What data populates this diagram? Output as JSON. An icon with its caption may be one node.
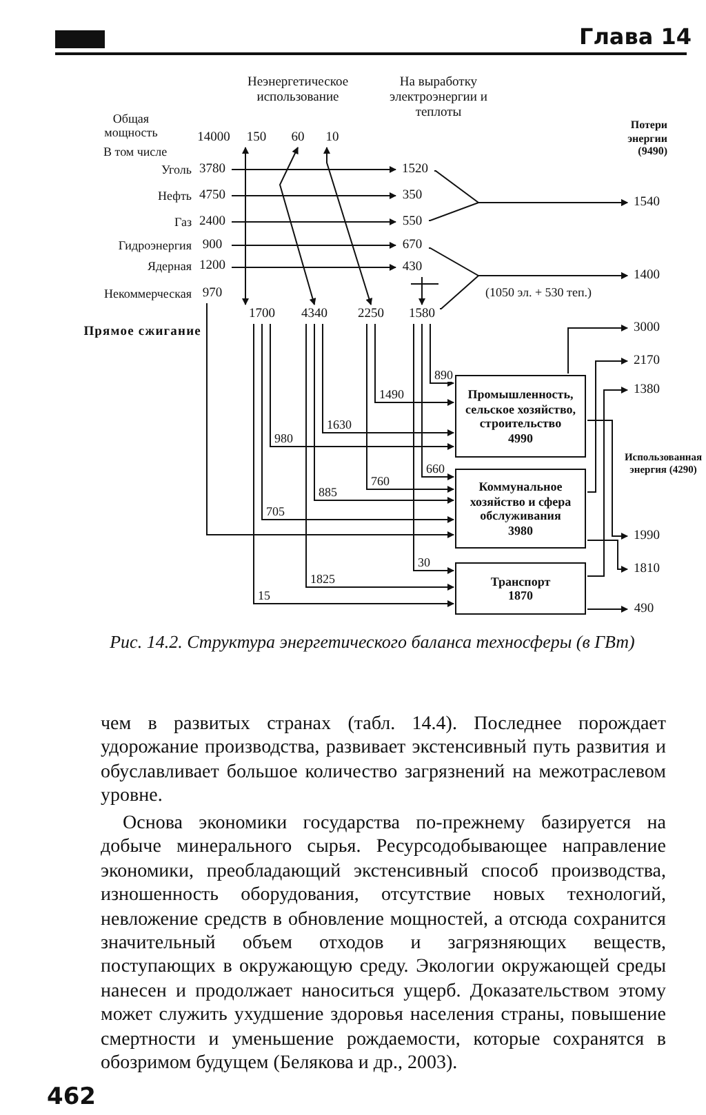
{
  "diagram": {
    "caption": "Рис. 14.2. Структура энергетического баланса техносферы (в ГВт)",
    "nodes": [
      {
        "text": [
          "150"
        ]
      },
      {
        "text": [
          "60"
        ]
      },
      {
        "text": [
          "10"
        ]
      },
      {
        "text": [
          "3780"
        ],
        "beside": [
          "Уголь"
        ]
      },
      {
        "text": [
          "1520"
        ]
      },
      {
        "text": [
          "4750"
        ],
        "beside": [
          "Нефть"
        ]
      },
      {
        "text": [
          "350"
        ]
      },
      {
        "text": [
          "2400"
        ],
        "beside": [
          "Газ"
        ]
      },
      {
        "text": [
          "550"
        ]
      },
      {
        "text": [
          "1540"
        ]
      },
      {
        "text": [
          "900"
        ],
        "beside": [
          "Гидроэнергия"
        ]
      },
      {
        "text": [
          "670"
        ]
      },
      {
        "text": [
          "1200"
        ],
        "beside": [
          "Ядерная"
        ]
      },
      {
        "text": [
          "430"
        ]
      },
      {
        "text": [
          "1400"
        ]
      },
      {
        "text": [
          "970"
        ],
        "beside": [
          "Некоммерческая"
        ]
      },
      {
        "text": [
          "1700"
        ]
      },
      {
        "text": [
          "4340"
        ]
      },
      {
        "text": [
          "2250"
        ]
      },
      {
        "text": [
          "1580"
        ]
      },
      {
        "text": [
          "3000"
        ]
      },
      {
        "text": [
          "2170"
        ]
      },
      {
        "text": [
          "Промышленность, сельское хозяйство, строительство",
          "4990"
        ]
      },
      {
        "text": [
          "1380"
        ]
      },
      {
        "text": [
          "Коммунальное хозяйство и сфера обслуживания",
          "3980"
        ]
      },
      {
        "text": [
          "1990"
        ]
      },
      {
        "text": [
          "1810"
        ]
      },
      {
        "text": [
          "Транспорт",
          "1870"
        ]
      },
      {
        "text": [
          "490"
        ]
      }
    ],
    "edges": [
      {
        "from": 5,
        "to": 0,
        "arrow": "to"
      },
      {
        "from": 5,
        "to": 16,
        "arrow": "to"
      },
      {
        "from": 1,
        "to": 17,
        "arrow": "both"
      },
      {
        "from": 2,
        "to": 18,
        "arrow": "both"
      },
      {
        "from": 3,
        "to": 4,
        "arrow": "to"
      },
      {
        "from": 5,
        "to": 6,
        "arrow": "to"
      },
      {
        "from": 7,
        "to": 8,
        "arrow": "to"
      },
      {
        "from": 10,
        "to": 11,
        "arrow": "to"
      },
      {
        "from": 12,
        "to": 13,
        "arrow": "to"
      },
      {
        "from": 4,
        "to": 9,
        "arrow": "to"
      },
      {
        "from": 8,
        "to": 9,
        "arrow": "to"
      },
      {
        "from": 11,
        "to": 14,
        "arrow": "to"
      },
      {
        "from": 19,
        "to": 14,
        "arrow": "to"
      },
      {
        "from": 13,
        "to": 19,
        "arrow": "to"
      },
      {
        "from": 19,
        "to": 22,
        "arrow": "to",
        "label": "890"
      },
      {
        "from": 18,
        "to": 22,
        "arrow": "to",
        "label": "1490"
      },
      {
        "from": 17,
        "to": 22,
        "arrow": "to",
        "label": "1630"
      },
      {
        "from": 16,
        "to": 22,
        "arrow": "to",
        "label": "980"
      },
      {
        "from": 19,
        "to": 24,
        "arrow": "to",
        "label": "660"
      },
      {
        "from": 18,
        "to": 24,
        "arrow": "to",
        "label": "760"
      },
      {
        "from": 17,
        "to": 24,
        "arrow": "to",
        "label": "885"
      },
      {
        "from": 16,
        "to": 24,
        "arrow": "to",
        "label": "705"
      },
      {
        "from": 15,
        "to": 24,
        "arrow": "to"
      },
      {
        "from": 19,
        "to": 27,
        "arrow": "to",
        "label": "30"
      },
      {
        "from": 17,
        "to": 27,
        "arrow": "to",
        "label": "1825"
      },
      {
        "from": 16,
        "to": 27,
        "arrow": "to",
        "label": "15"
      },
      {
        "from": 22,
        "to": 20,
        "arrow": "to"
      },
      {
        "from": 22,
        "to": 25,
        "arrow": "to"
      },
      {
        "from": 24,
        "to": 21,
        "arrow": "to"
      },
      {
        "from": 24,
        "to": 26,
        "arrow": "to"
      },
      {
        "from": 27,
        "to": 23,
        "arrow": "to"
      },
      {
        "from": 27,
        "to": 28,
        "arrow": "to"
      }
    ],
    "labels": [
      "Глава 14",
      "Неэнергетическое использование",
      "На выработку электроэнергии и теплоты",
      "Общая мощность",
      "14000",
      "Потери энергии (9490)",
      "В том числе",
      "(1050 эл. + 530 теп.)",
      "Прямое сжигание",
      "Использованная энергия (4290)",
      "чем в развитых странах (табл. 14.4). Последнее порождает удорожание производства, развивает экстенсивный путь развития и обуславливает большое количество загрязнений на межотраслевом уровне.",
      "Основа экономики государства по-прежнему базируется на добыче минерального сырья. Ресурсодобывающее направление экономики, преобладающий экстенсивный способ производства, изношенность оборудования, отсутствие новых технологий, невложение средств в обновление мощностей, а отсюда сохранится значительный объем отходов и загрязняющих веществ, поступающих в окружающую среду. Экологии окружающей среды нанесен и продолжает наноситься ущерб. Доказательством этому может служить ухудшение здоровья населения страны, повышение смертности и уменьшение рождаемости, которые сохранятся в обозримом будущем (Белякова и др., 2003).",
      "462"
    ]
  }
}
